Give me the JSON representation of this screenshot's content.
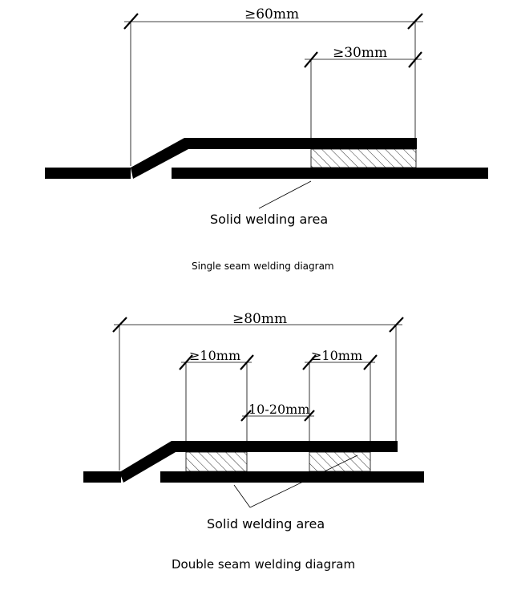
{
  "single": {
    "dim_total": "≥60mm",
    "dim_weld": "≥30mm",
    "weld_label": "Solid welding area",
    "caption": "Single seam welding diagram"
  },
  "double": {
    "dim_total": "≥80mm",
    "dim_weld_left": "≥10mm",
    "dim_weld_right": "≥10mm",
    "dim_gap": "10-20mm",
    "weld_label": "Solid welding area",
    "caption": "Double seam welding diagram"
  }
}
